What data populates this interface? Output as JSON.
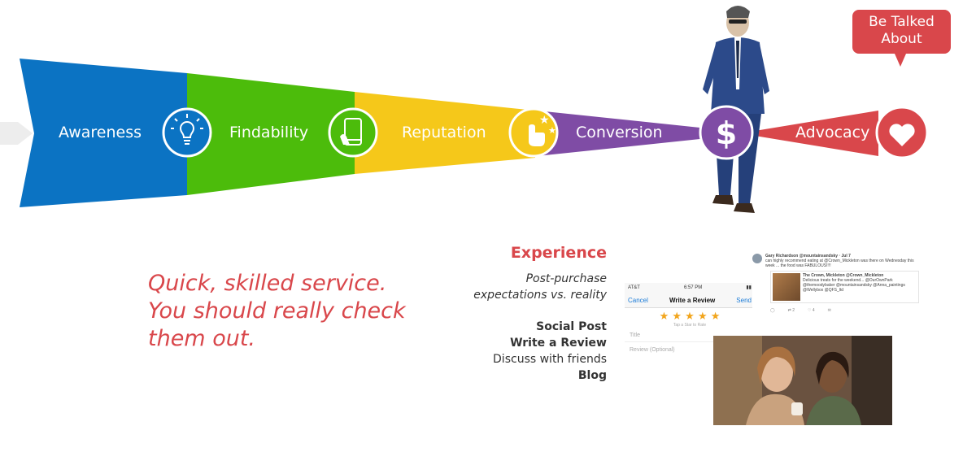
{
  "stages": [
    {
      "label": "Awareness",
      "color": "#0b73c3",
      "icon": "lightbulb-icon"
    },
    {
      "label": "Findability",
      "color": "#4cbc0b",
      "icon": "smartphone-icon"
    },
    {
      "label": "Reputation",
      "color": "#f5c81a",
      "icon": "tap-stars-icon"
    },
    {
      "label": "Conversion",
      "color": "#7f4ca5",
      "icon": "dollar-icon"
    },
    {
      "label": "Advocacy",
      "color": "#d9474b",
      "icon": "heart-icon"
    }
  ],
  "callout": "Be Talked About",
  "quote": "Quick, skilled service. You should really check them out.",
  "experience": {
    "title": "Experience",
    "subtitle_1": "Post-purchase",
    "subtitle_2": "expectations vs. reality",
    "action_1": "Social Post",
    "action_2": "Write a Review",
    "action_3": "Discuss with friends",
    "action_4": "Blog"
  },
  "phone": {
    "carrier": "AT&T",
    "time": "6:57 PM",
    "cancel": "Cancel",
    "title": "Write a Review",
    "send": "Send",
    "tap_hint": "Tap a Star to Rate",
    "stars": "★ ★ ★ ★ ★",
    "title_field": "Title",
    "review_field": "Review (Optional)"
  },
  "tweet": {
    "author": "Gary Richardson @mountainsandsky · Jul 7",
    "text": "can highly recommend eating at @Crown_Mickleton was there on Wednesday this week ... the food was FABULOUS!!!!",
    "card_title": "The Crown, Mickleton @Crown_Mickleton",
    "card_text": "Delicious treats for the weekend... @OurOwnPark @themoodybaker @mountainsandsky @Anna_paintings @Wellybox @QFS_ltd",
    "retweets": "2",
    "likes": "4"
  },
  "colors": {
    "accent": "#d9474b",
    "text": "#333333"
  }
}
